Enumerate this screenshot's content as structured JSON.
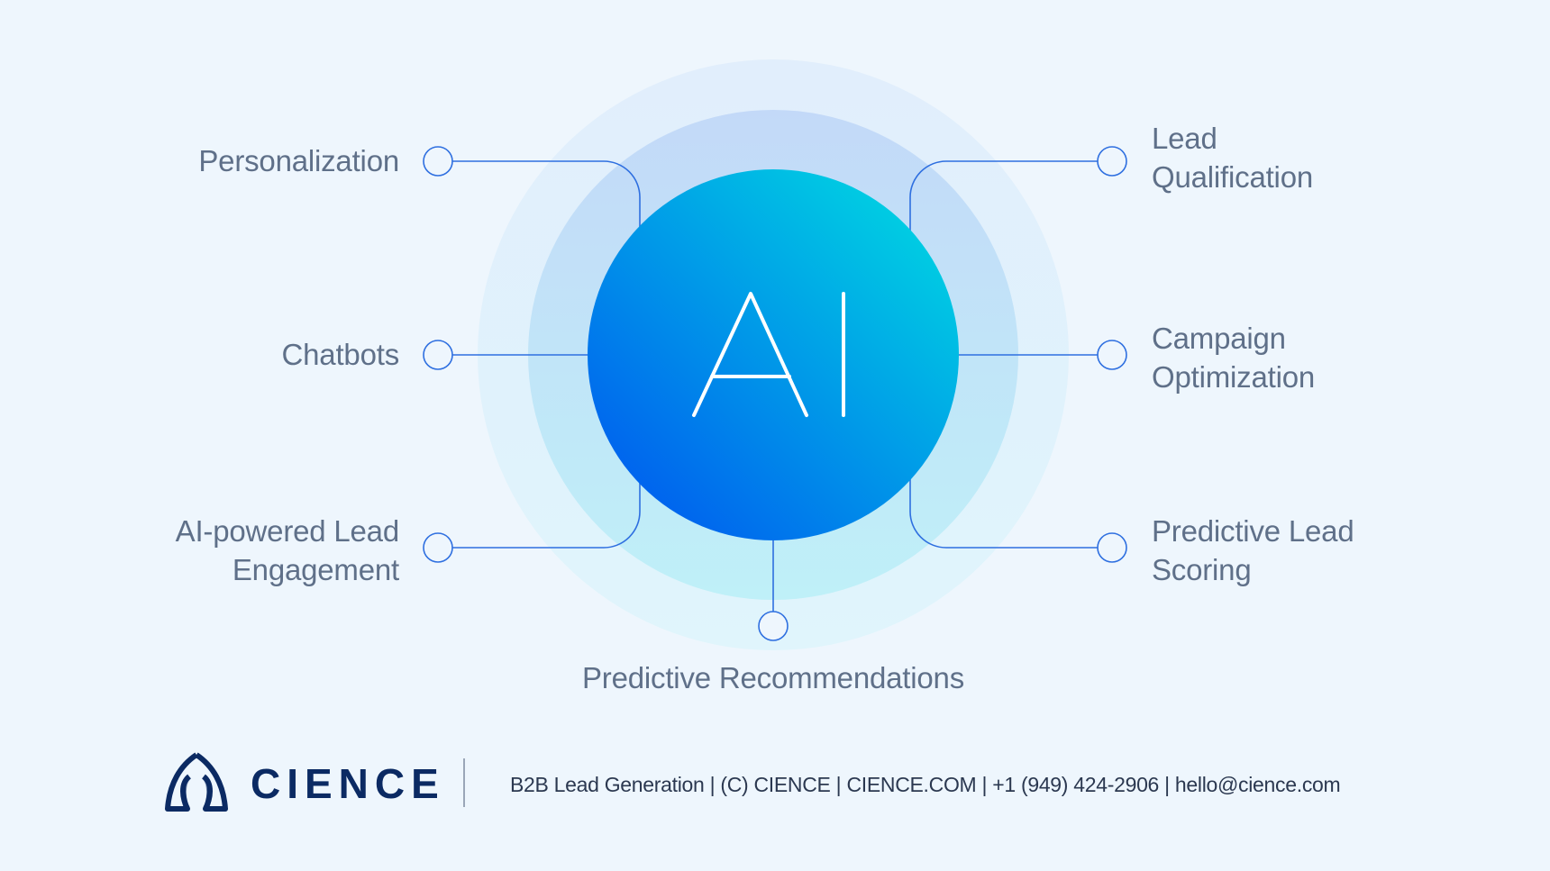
{
  "colors": {
    "background": "#eef6fd",
    "outer_ring": "#e1eefc",
    "middle_ring_top": "#c3d9f8",
    "middle_ring_bottom": "#bff0f8",
    "core_gradient_start": "#0062ee",
    "core_gradient_end": "#00d2e2",
    "connector": "#2e6fe0",
    "label_text": "#5f7089",
    "brand_navy": "#0b2a63"
  },
  "center": {
    "label": "AI"
  },
  "nodes": {
    "left": [
      {
        "label": "Personalization",
        "lines": [
          "Personalization"
        ]
      },
      {
        "label": "Chatbots",
        "lines": [
          "Chatbots"
        ]
      },
      {
        "label": "AI-powered Lead Engagement",
        "lines": [
          "AI-powered Lead",
          "Engagement"
        ]
      }
    ],
    "right": [
      {
        "label": "Lead Qualification",
        "lines": [
          "Lead",
          "Qualification"
        ]
      },
      {
        "label": "Campaign Optimization",
        "lines": [
          "Campaign",
          "Optimization"
        ]
      },
      {
        "label": "Predictive Lead Scoring",
        "lines": [
          "Predictive Lead",
          "Scoring"
        ]
      }
    ],
    "bottom": {
      "label": "Predictive Recommendations"
    }
  },
  "footer": {
    "logo_icon": "cience-logo-icon",
    "brand": "CIENCE",
    "text": "B2B Lead Generation | (C) CIENCE | CIENCE.COM | +1 (949) 424-2906 | hello@cience.com"
  }
}
